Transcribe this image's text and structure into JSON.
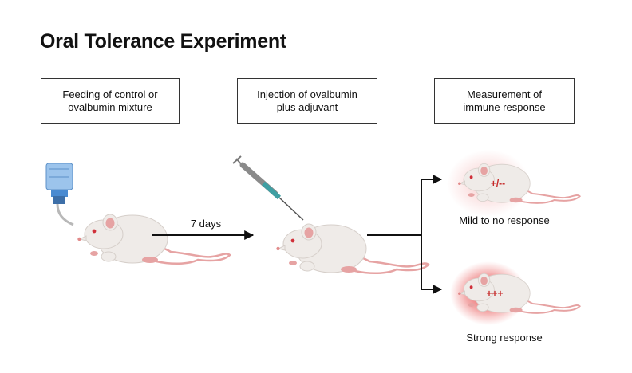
{
  "title": "Oral Tolerance Experiment",
  "steps": [
    {
      "label": "Feeding of control or\novalbumin mixture"
    },
    {
      "label": "Injection of ovalbumin\nplus adjuvant"
    },
    {
      "label": "Measurement of\nimmune response"
    }
  ],
  "timeline": {
    "interval_label": "7 days"
  },
  "outcomes": [
    {
      "badge": "+/--",
      "label": "Mild to no response",
      "glow_color": "#f3b0b0"
    },
    {
      "badge": "+++",
      "label": "Strong response",
      "glow_color": "#e23b3b"
    }
  ],
  "colors": {
    "mouse_body": "#efebe8",
    "mouse_tail": "#e6a3a3",
    "badge": "#c62828",
    "bottle": "#7fb2e5"
  }
}
